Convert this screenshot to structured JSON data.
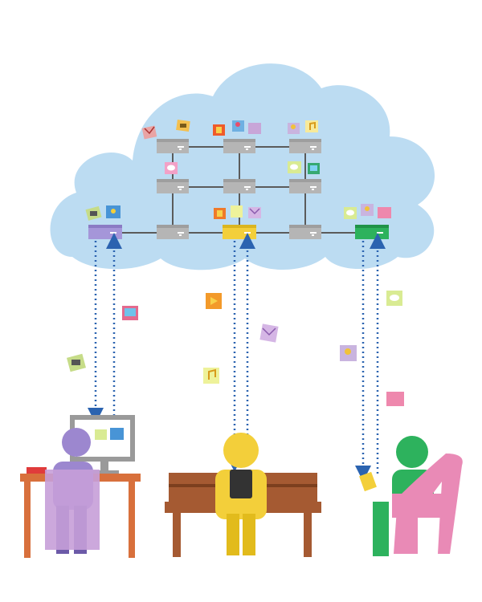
{
  "colors": {
    "cloud": "#bcdcf2",
    "server_gray": "#b5b5b5",
    "server_purple": "#a596d9",
    "server_yellow": "#f3cf3a",
    "server_green": "#2db25d",
    "link_blue": "#2b63b0",
    "desk_orange": "#d8703c",
    "bench_brown": "#a55a32",
    "person_purple": "#9c87cf",
    "person_yellow": "#f3cf3a",
    "person_green": "#2db25d",
    "chair_pink": "#e98ab6"
  },
  "nodes": [
    {
      "id": "purple-node",
      "color": "server_purple"
    },
    {
      "id": "yellow-node",
      "color": "server_yellow"
    },
    {
      "id": "green-node",
      "color": "server_green"
    }
  ],
  "users": [
    {
      "id": "desk-user",
      "device": "desktop-monitor"
    },
    {
      "id": "bench-user",
      "device": "smartphone"
    },
    {
      "id": "chair-user",
      "device": "tablet"
    }
  ],
  "icons": [
    "photo-icon",
    "envelope-icon",
    "music-note-icon",
    "video-icon",
    "chat-bubble-icon",
    "film-strip-icon",
    "folder-icon",
    "contact-icon"
  ]
}
